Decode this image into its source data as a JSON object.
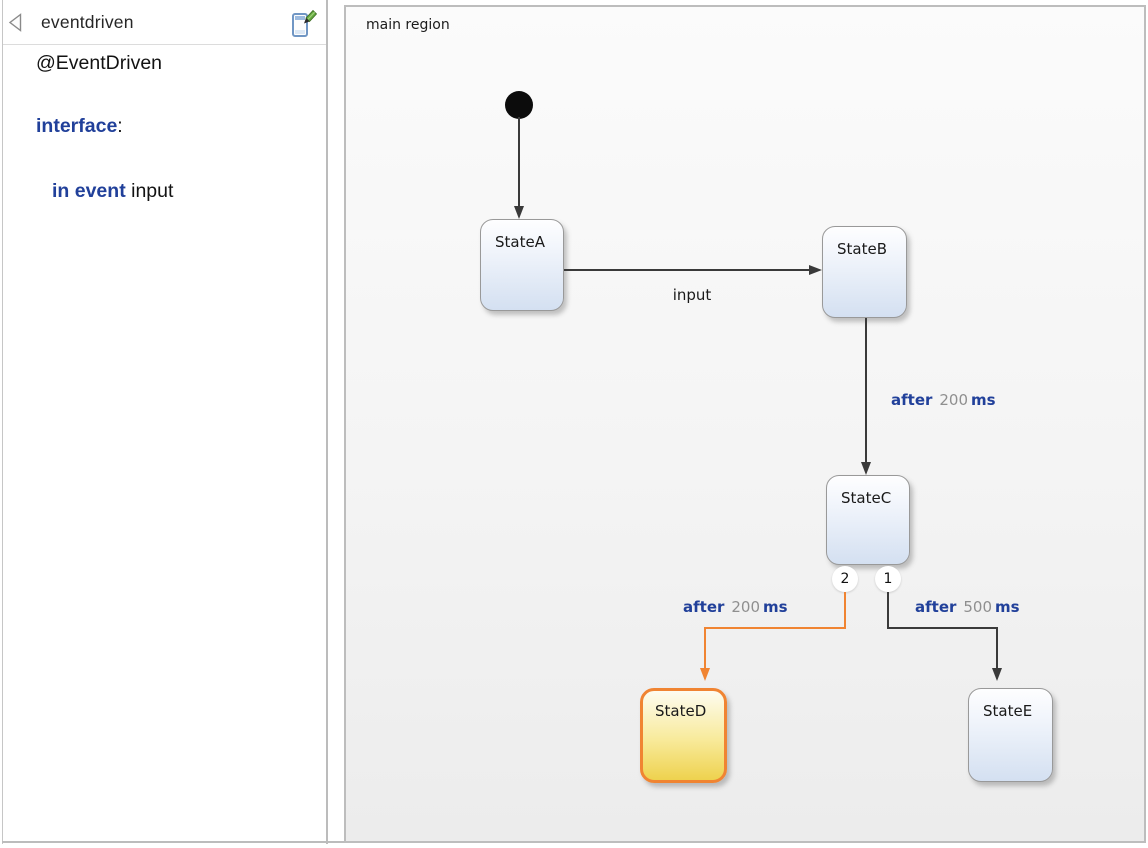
{
  "panel": {
    "title": "eventdriven",
    "icons": {
      "collapse": "collapse-panel-icon",
      "edit": "edit-definition-icon"
    },
    "definition": {
      "annotation": "@EventDriven",
      "interface_keyword": "interface",
      "interface_suffix": ":",
      "event_keyword": "in event",
      "event_name": "input"
    }
  },
  "diagram": {
    "region_label": "main region",
    "states": [
      {
        "label": "StateA",
        "style": "default"
      },
      {
        "label": "StateB",
        "style": "default"
      },
      {
        "label": "StateC",
        "style": "default"
      },
      {
        "label": "StateD",
        "style": "highlighted"
      },
      {
        "label": "StateE",
        "style": "default"
      }
    ],
    "transitions": [
      {
        "from": "initial",
        "to": "StateA"
      },
      {
        "from": "StateA",
        "to": "StateB",
        "event": "input"
      },
      {
        "from": "StateB",
        "to": "StateC",
        "keyword": "after",
        "value": "200",
        "unit": "ms"
      },
      {
        "from": "StateC",
        "to": "StateD",
        "keyword": "after",
        "value": "200",
        "unit": "ms",
        "priority": "2",
        "highlighted": true
      },
      {
        "from": "StateC",
        "to": "StateE",
        "keyword": "after",
        "value": "500",
        "unit": "ms",
        "priority": "1"
      }
    ],
    "colors": {
      "keyword_blue": "#21409a",
      "value_gray": "#8f8f8f",
      "highlight_orange": "#f08432",
      "edge_dark": "#3a3a3a",
      "state_border": "#999999",
      "state_fill_top": "#fefeff",
      "state_fill_bottom": "#d4e0f1",
      "highlight_fill_top": "#fdfcf0",
      "highlight_fill_bottom": "#eed24e"
    }
  }
}
